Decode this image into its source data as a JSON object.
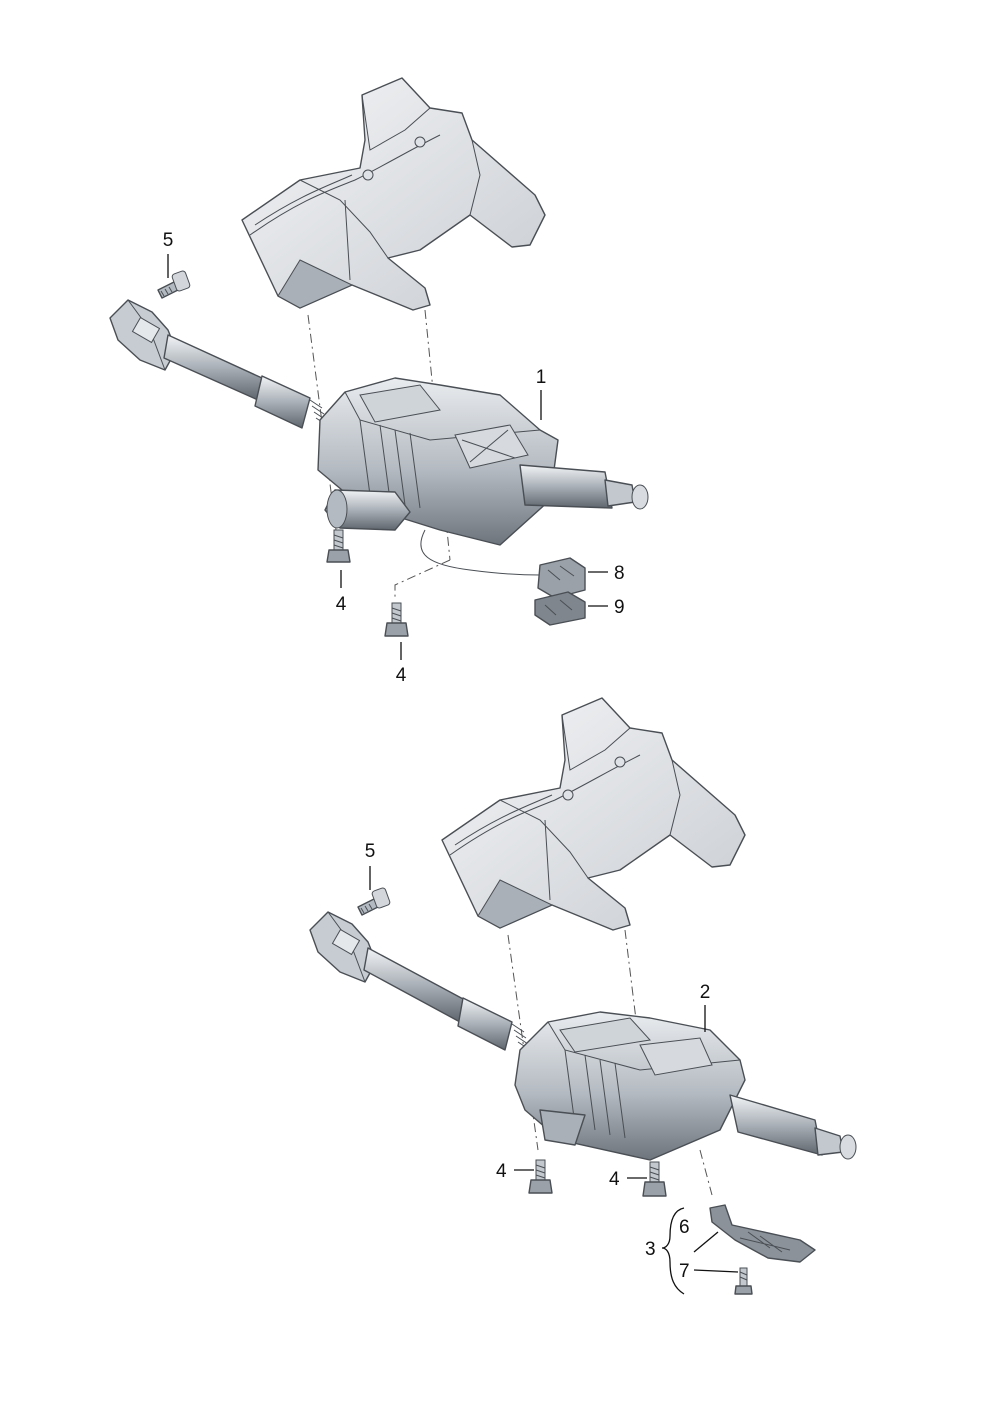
{
  "colors": {
    "part_light": "#e9ecef",
    "part_mid": "#c3c8ce",
    "part_dark": "#8b9299",
    "part_shadow": "#5f666d",
    "bracket": "#dde0e4",
    "outline": "#4a4f55"
  },
  "top_assembly": {
    "callouts": {
      "column": "1",
      "upper_bolt": "5",
      "bolt_left": "4",
      "bolt_lower": "4",
      "connector_a": "8",
      "connector_b": "9"
    }
  },
  "bottom_assembly": {
    "callouts": {
      "column": "2",
      "upper_bolt": "5",
      "bolt_left": "4",
      "bolt_right": "4",
      "kit": "3",
      "clip": "6",
      "screw": "7"
    }
  }
}
